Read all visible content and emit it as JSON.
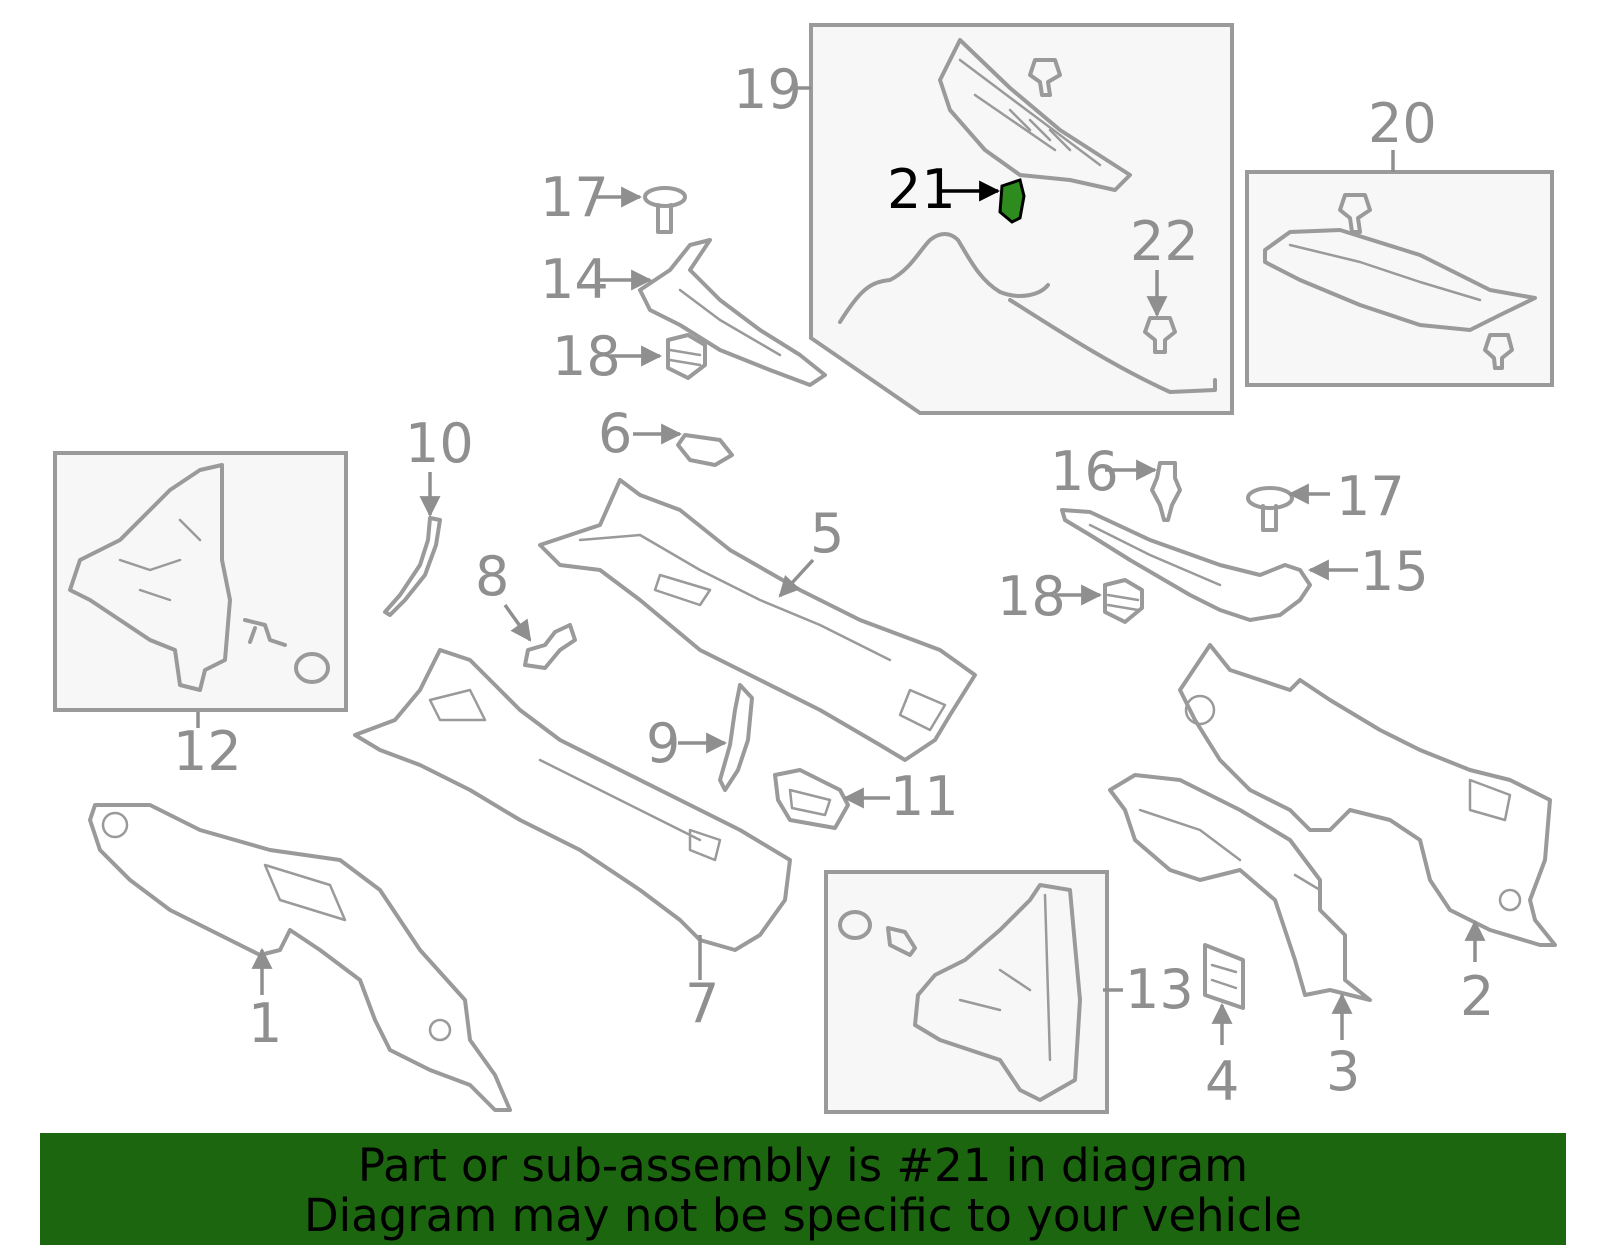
{
  "diagram": {
    "highlighted_part": "21",
    "highlight_color": "#2e8b1e",
    "callouts": [
      "1",
      "2",
      "3",
      "4",
      "5",
      "6",
      "7",
      "8",
      "9",
      "10",
      "11",
      "12",
      "13",
      "14",
      "15",
      "16",
      "17",
      "17",
      "18",
      "18",
      "19",
      "20",
      "21",
      "22"
    ]
  },
  "banner": {
    "line1": "Part or sub-assembly is #21 in diagram",
    "line2": "Diagram may not be specific to your vehicle",
    "background": "#1c660f"
  }
}
